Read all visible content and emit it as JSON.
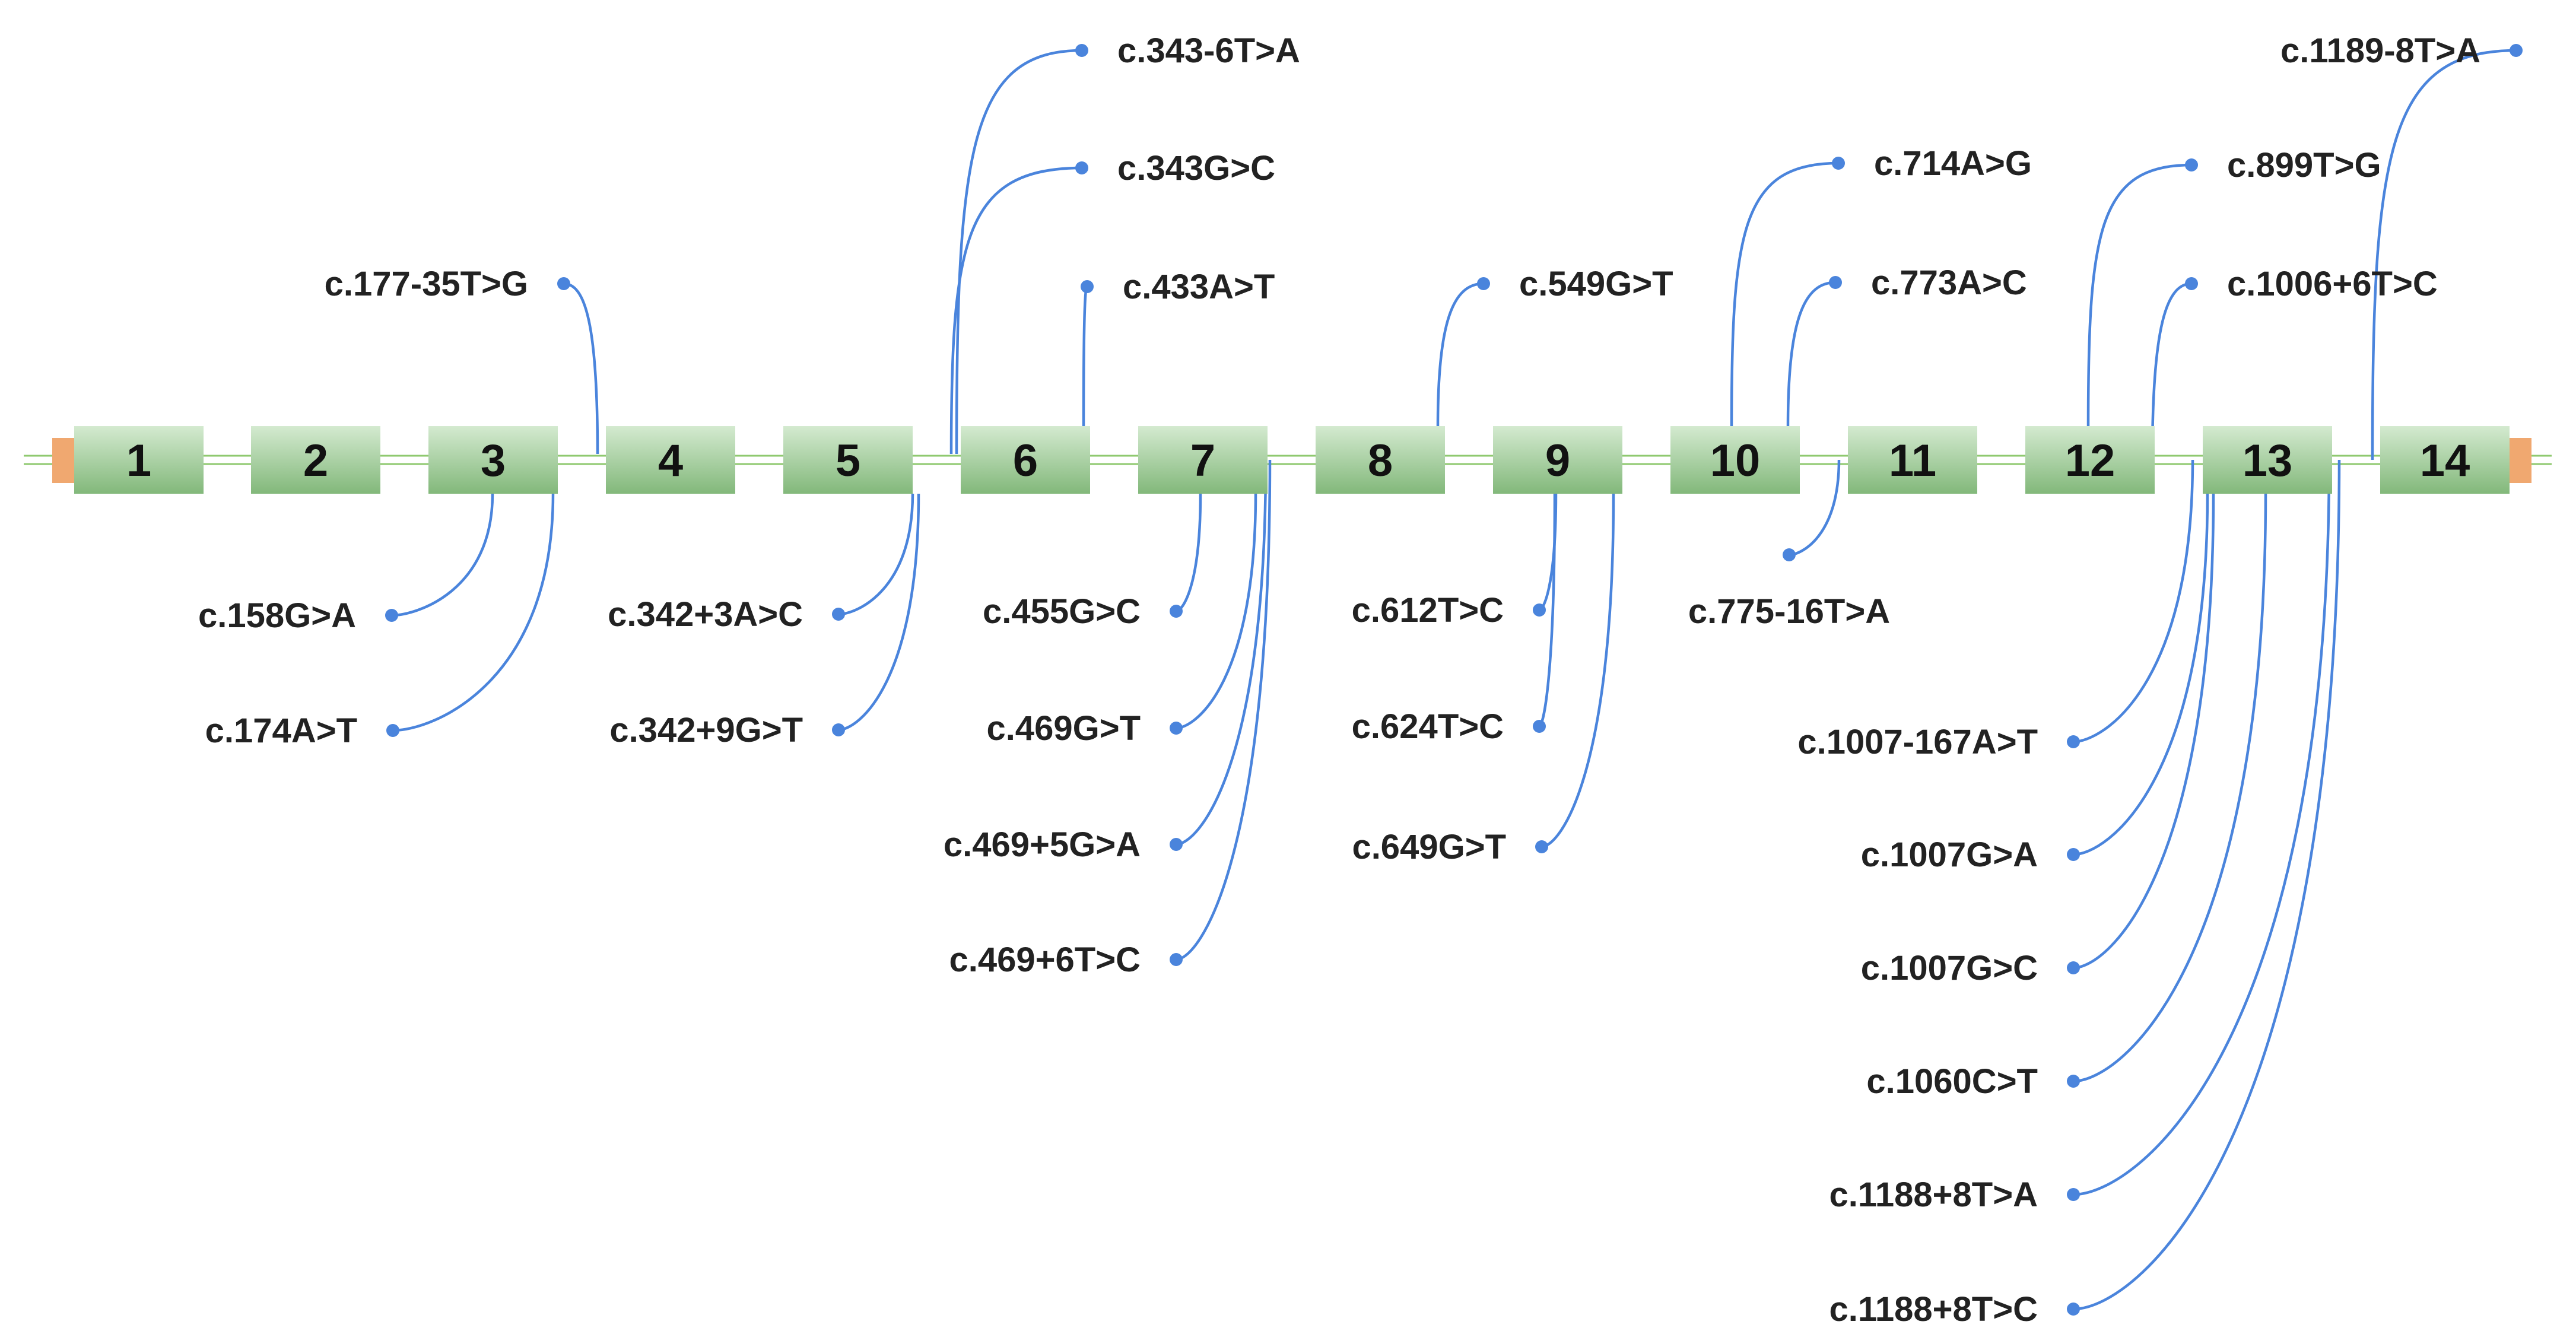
{
  "gene": {
    "exons": [
      "1",
      "2",
      "3",
      "4",
      "5",
      "6",
      "7",
      "8",
      "9",
      "10",
      "11",
      "12",
      "13",
      "14"
    ],
    "colors": {
      "exon_fill_top": "#d4ead0",
      "exon_fill_bottom": "#82b87a",
      "backbone": "#8fc96f",
      "utr": "#f0a870",
      "lollipop": "#4a84dc",
      "label": "#222222"
    }
  },
  "variants_above": [
    {
      "label": "c.177-35T>G",
      "exon": "4",
      "region": "intron 3"
    },
    {
      "label": "c.343-6T>A",
      "exon": "6",
      "region": "intron 5"
    },
    {
      "label": "c.343G>C",
      "exon": "6",
      "region": "exon 6"
    },
    {
      "label": "c.433A>T",
      "exon": "6",
      "region": "exon 6"
    },
    {
      "label": "c.549G>T",
      "exon": "8",
      "region": "exon 8"
    },
    {
      "label": "c.714A>G",
      "exon": "10",
      "region": "exon 10"
    },
    {
      "label": "c.773A>C",
      "exon": "10",
      "region": "exon 10"
    },
    {
      "label": "c.899T>G",
      "exon": "12",
      "region": "exon 12"
    },
    {
      "label": "c.1006+6T>C",
      "exon": "12",
      "region": "intron 12"
    },
    {
      "label": "c.1189-8T>A",
      "exon": "14",
      "region": "intron 13"
    }
  ],
  "variants_below": [
    {
      "label": "c.158G>A",
      "exon": "3",
      "region": "exon 3"
    },
    {
      "label": "c.174A>T",
      "exon": "3",
      "region": "exon 3"
    },
    {
      "label": "c.342+3A>C",
      "exon": "5",
      "region": "intron 5"
    },
    {
      "label": "c.342+9G>T",
      "exon": "5",
      "region": "intron 5"
    },
    {
      "label": "c.455G>C",
      "exon": "7",
      "region": "exon 7"
    },
    {
      "label": "c.469G>T",
      "exon": "7",
      "region": "exon 7"
    },
    {
      "label": "c.469+5G>A",
      "exon": "7",
      "region": "intron 7"
    },
    {
      "label": "c.469+6T>C",
      "exon": "7",
      "region": "intron 7"
    },
    {
      "label": "c.612T>C",
      "exon": "9",
      "region": "exon 9"
    },
    {
      "label": "c.624T>C",
      "exon": "9",
      "region": "exon 9"
    },
    {
      "label": "c.649G>T",
      "exon": "9",
      "region": "exon 9"
    },
    {
      "label": "c.775-16T>A",
      "exon": "11",
      "region": "intron 10"
    },
    {
      "label": "c.1007-167A>T",
      "exon": "13",
      "region": "intron 12"
    },
    {
      "label": "c.1007G>A",
      "exon": "13",
      "region": "exon 13"
    },
    {
      "label": "c.1007G>C",
      "exon": "13",
      "region": "exon 13"
    },
    {
      "label": "c.1060C>T",
      "exon": "13",
      "region": "exon 13"
    },
    {
      "label": "c.1188+8T>A",
      "exon": "13",
      "region": "intron 13"
    },
    {
      "label": "c.1188+8T>C",
      "exon": "13",
      "region": "intron 13"
    }
  ]
}
